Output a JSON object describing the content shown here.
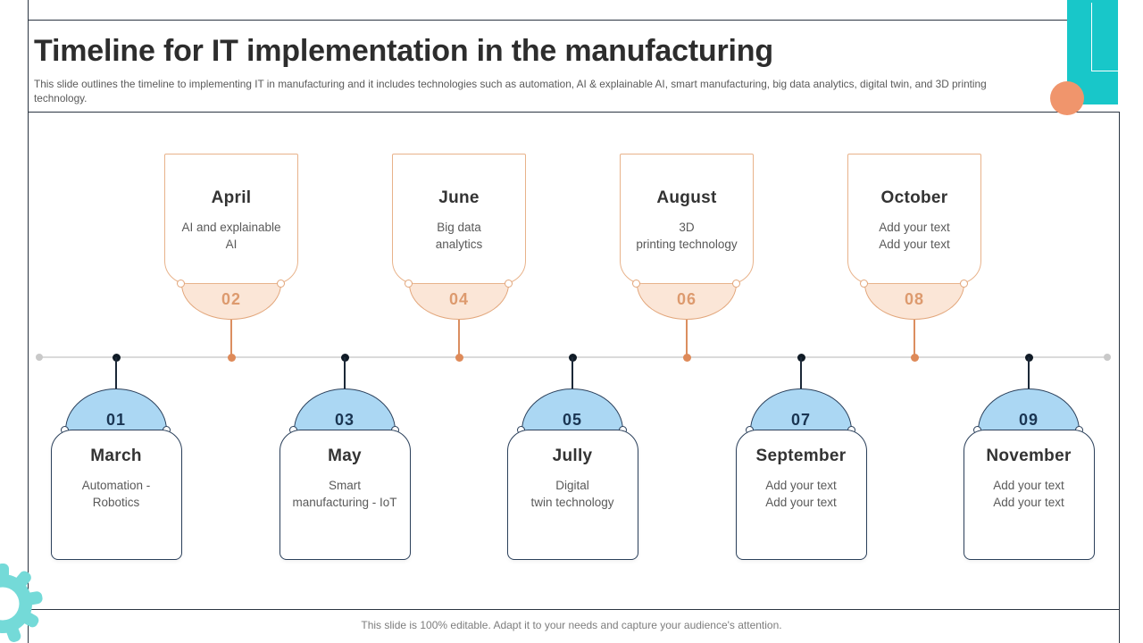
{
  "slide": {
    "title": "Timeline for IT implementation in the manufacturing",
    "subtitle": "This slide outlines the timeline to implementing IT in manufacturing and it includes technologies such as automation, AI & explainable AI, smart manufacturing, big data analytics, digital twin, and 3D printing\ntechnology.",
    "footer": "This slide is 100% editable. Adapt it to your needs and capture your audience's attention."
  },
  "colors": {
    "teal_block": "#18c7c9",
    "teal_gear": "#74dad8",
    "orange_accent": "#f0956c",
    "orange_border": "#e2a67b",
    "orange_fill": "#fbe6d7",
    "orange_number": "#dd9a6e",
    "blue_fill": "#abd7f3",
    "navy_border": "#2b405b",
    "navy_number": "#1a3552",
    "timeline_gray": "#dadada"
  },
  "timeline": {
    "top_items": [
      {
        "number": "02",
        "month": "April",
        "desc": "AI and explainable\nAI"
      },
      {
        "number": "04",
        "month": "June",
        "desc": "Big data\nanalytics"
      },
      {
        "number": "06",
        "month": "August",
        "desc": "3D\nprinting technology"
      },
      {
        "number": "08",
        "month": "October",
        "desc": "Add your text\nAdd your text"
      }
    ],
    "bottom_items": [
      {
        "number": "01",
        "month": "March",
        "desc": "Automation -\nRobotics"
      },
      {
        "number": "03",
        "month": "May",
        "desc": "Smart\nmanufacturing - IoT"
      },
      {
        "number": "05",
        "month": "Jully",
        "desc": "Digital\ntwin technology"
      },
      {
        "number": "07",
        "month": "September",
        "desc": "Add your text\nAdd your text"
      },
      {
        "number": "09",
        "month": "November",
        "desc": "Add your text\nAdd your text"
      }
    ]
  }
}
